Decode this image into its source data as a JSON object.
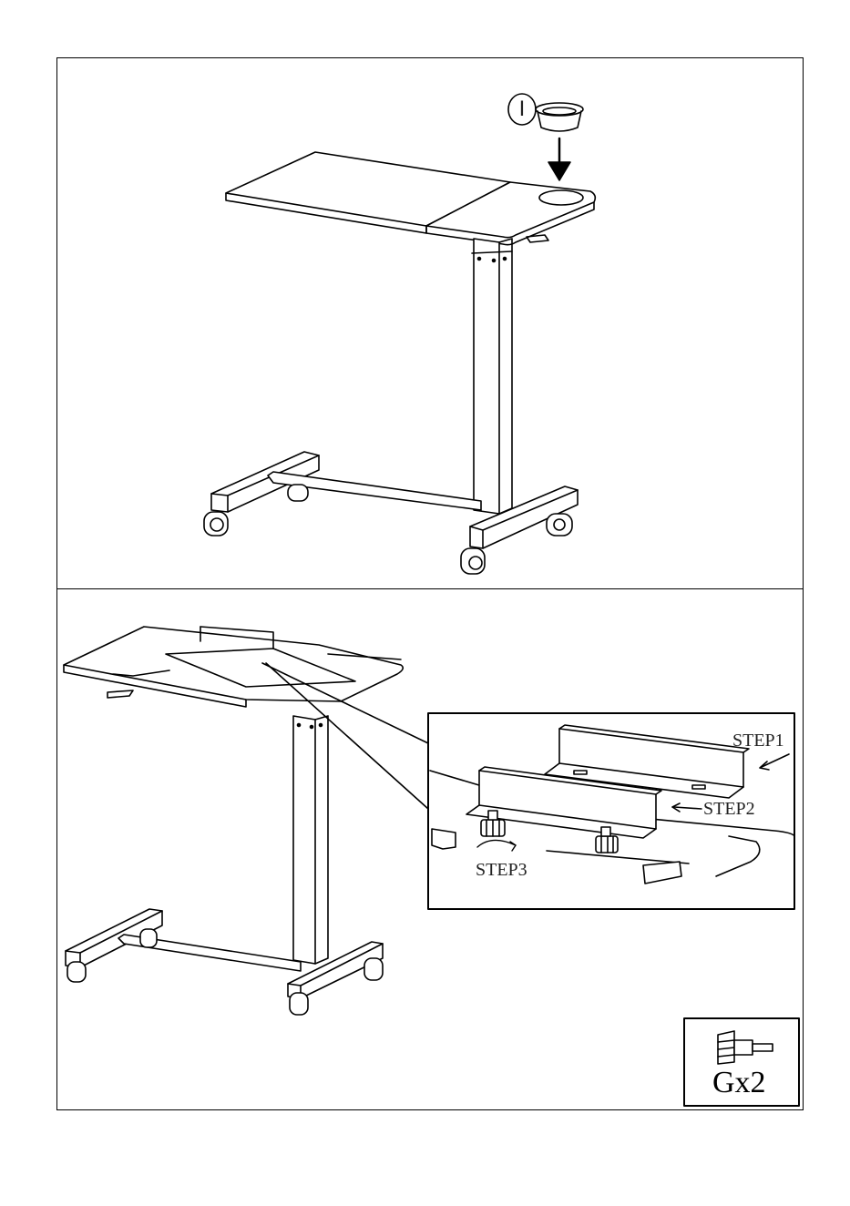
{
  "step1_label": {
    "part_id": "I"
  },
  "step2_label": {
    "callouts": [
      "STEP1",
      "STEP2",
      "STEP3"
    ],
    "hardware": "Gx2"
  },
  "colors": {
    "line": "#000000",
    "background": "#ffffff"
  }
}
